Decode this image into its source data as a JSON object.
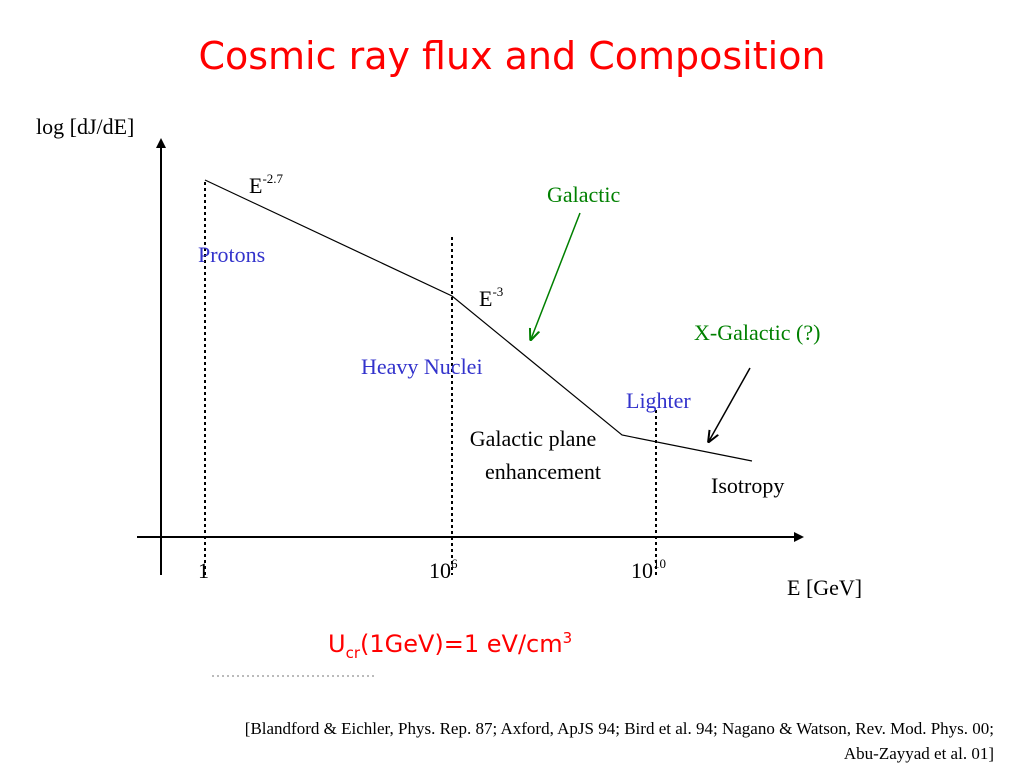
{
  "title": "Cosmic ray flux and Composition",
  "axis_labels": {
    "y": "log [dJ/dE]",
    "x": "E [GeV]"
  },
  "ticks": [
    {
      "base": "1",
      "exp": ""
    },
    {
      "base": "10",
      "exp": "6"
    },
    {
      "base": "10",
      "exp": "10"
    }
  ],
  "slopes": [
    {
      "base": "E",
      "exp": "-2.7"
    },
    {
      "base": "E",
      "exp": "-3"
    }
  ],
  "annotations": {
    "protons": "Protons",
    "heavy_nuclei": "Heavy Nuclei",
    "lighter": "Lighter",
    "galactic": "Galactic",
    "x_galactic": "X-Galactic (?)",
    "galactic_plane_1": "Galactic plane",
    "galactic_plane_2": "enhancement",
    "isotropy": "Isotropy"
  },
  "formula": {
    "base": "U",
    "sub": "cr",
    "rest": "(1GeV)=1 eV/cm",
    "sup": "3"
  },
  "references": [
    "[Blandford & Eichler, Phys. Rep. 87; Axford, ApJS 94; Bird  et al. 94; Nagano & Watson, Rev. Mod. Phys. 00;",
    "Abu-Zayyad et al. 01]"
  ],
  "colors": {
    "title": "#ff0000",
    "composition": "#3333cc",
    "galactic": "#008000",
    "formula": "#ff0000",
    "text": "#000000"
  }
}
